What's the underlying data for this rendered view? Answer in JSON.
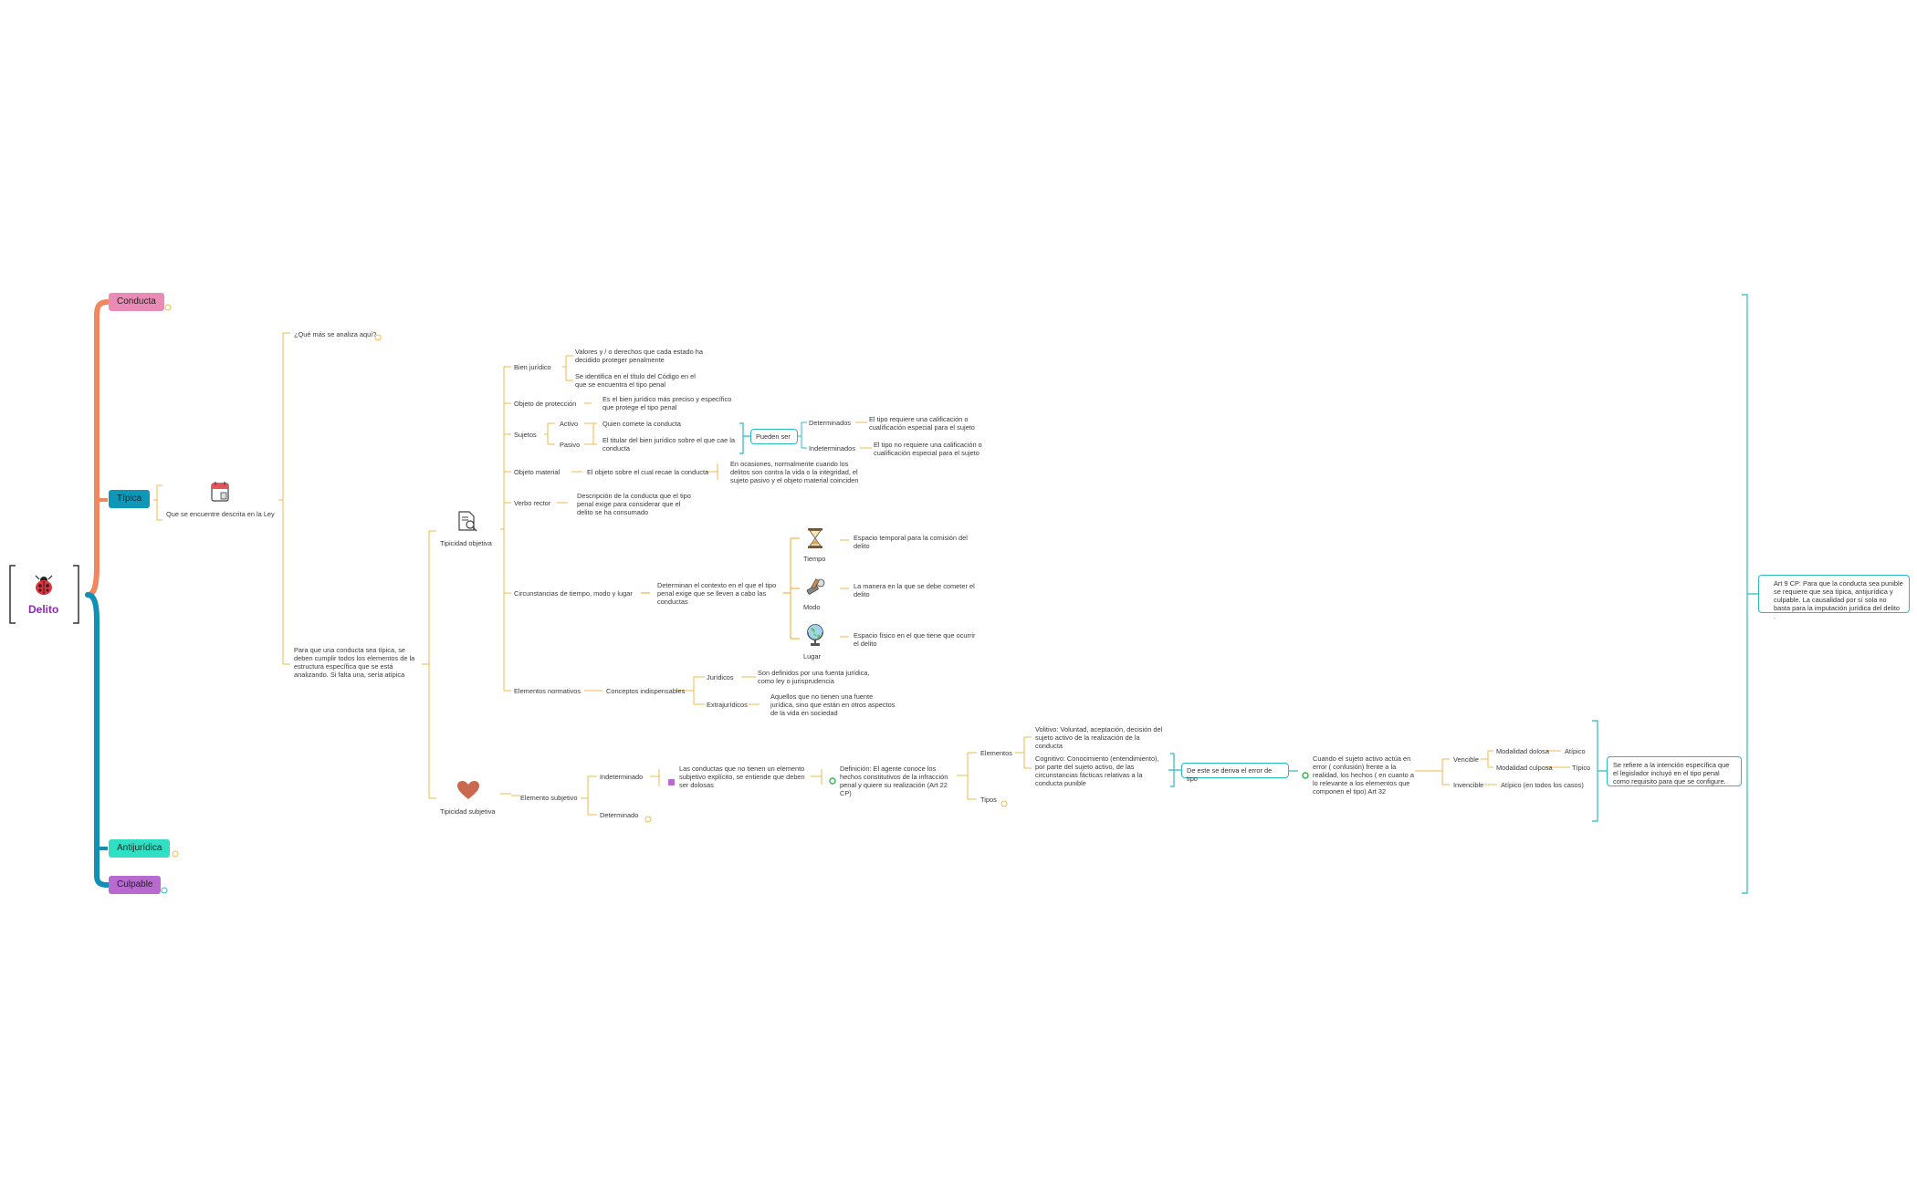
{
  "root": {
    "title": "Delito",
    "icon": "ladybug-icon"
  },
  "colors": {
    "conducta": "#e98bb5",
    "tipica": "#0f97b8",
    "antijuridica": "#2fe0c4",
    "culpable": "#b86ad1",
    "branch_orange": "#f0b84b",
    "branch_teal": "#2bb8c8",
    "main_orange": "#f2865e",
    "main_blue": "#128fb5"
  },
  "categories": {
    "conducta": "Conducta",
    "tipica": "Típica",
    "antijuridica": "Antijurídica",
    "culpable": "Culpable"
  },
  "tipica": {
    "desc": "Que se encuentre descrita en la Ley",
    "que_mas": "¿Qué más se analiza aquí?",
    "para_que": "Para que una conducta sea típica, se deben cumplir todos los elementos de la estructura específica que se está analizando. Si falta una, sería atípica"
  },
  "objetiva": {
    "title": "Tipicidad objetiva",
    "bien_juridico": {
      "label": "Bien jurídico",
      "items": [
        "Valores  y / o derechos que cada estado ha decidido proteger penalmente",
        "Se identifica en el título del Código en el que se encuentra el tipo penal"
      ]
    },
    "objeto_proteccion": {
      "label": "Objeto de protección",
      "text": "Es el bien jurídico más preciso y específico que protege el tipo penal"
    },
    "sujetos": {
      "label": "Sujetos",
      "activo": "Activo",
      "activo_text": "Quien comete la conducta",
      "pasivo": "Pasivo",
      "pasivo_text": "El titular del bien jurídico sobre el que cae la conducta",
      "pueden_ser": "Pueden ser",
      "determinados": "Determinados",
      "determinados_text": "El tipo requiere una calificación o cualificación especial para el sujeto",
      "indeterminados": "Indeterminados",
      "indeterminados_text": "El tipo no requiere una calificación o cualificación especial para el sujeto"
    },
    "objeto_material": {
      "label": "Objeto material",
      "text": "El objeto sobre el cual recae la conducta",
      "note": "En ocasiones, normalmente cuando los delitos son contra la vida o la integridad, el sujeto pasivo y el objeto material coinciden"
    },
    "verbo_rector": {
      "label": "Verbo rector",
      "text": "Descripción de la conducta que el tipo penal exige para considerar que el delito se ha consumado"
    },
    "circunstancias": {
      "label": "Circunstancias de tiempo, modo y lugar",
      "text": "Determinan el contexto en el que el tipo penal exige que se lleven a cabo las conductas",
      "tiempo": "Tiempo",
      "tiempo_text": "Espacio temporal para la comisión del delito",
      "modo": "Modo",
      "modo_text": "La manera en la que se debe cometer el delito",
      "lugar": "Lugar",
      "lugar_text": "Espacio físico en el que tiene que ocurrir el delito"
    },
    "normativos": {
      "label": "Elementos normativos",
      "conceptos": "Conceptos indispensables",
      "juridicos": "Jurídicos",
      "juridicos_text": "Son definidos por una fuenta jurídica, como ley o jurisprudencia",
      "extrajuridicos": "Extrajurídicos",
      "extrajuridicos_text": "Aquellos que no tienen una fuente jurídica, sino que están en otros aspectos de la vida en sociedad"
    }
  },
  "subjetiva": {
    "title": "Tipicidad subjetiva",
    "elemento": "Elemento subjetivo",
    "indeterminado": "Indeterminado",
    "indeterminado_text": "Las conductas que no tienen un elemento subjetivo explícito, se entiende que deben ser dolosas",
    "determinado": "Determinado",
    "definicion": "Definición: El agente conoce los hechos constitutivos de la infracción penal y quiere su realización (Art 22 CP)",
    "elementos": "Elementos",
    "volitivo": "Volitivo: Voluntad, aceptación, decisión del sujeto activo de la realización de la conducta",
    "cognitivo": "Cognitivo: Conocimiento (entendimiento), por parte del sujeto activo, de las circunstancias fácticas relativas a la conducta punible",
    "tipos": "Tipos",
    "error_tipo": "De este se deriva el error de tipo",
    "error_text": "Cuando el sujeto activo actúa en error ( confusión) frente a la realidad, los hechos ( en cuanto a lo relevante a los elementos que componen el tipo) Art 32",
    "vencible": "Vencible",
    "modalidad_dolosa": "Modalidad dolosa",
    "atipico": "Atípico",
    "modalidad_culposa": "Modalidad culposa",
    "tipico": "Típico",
    "invencible": "Invencible",
    "atipico_todos": "Atípico (en todos los casos)",
    "intencion": "Se refiere a la intención específica que el legislador incluyó en el tipo penal como requisito para que se configure."
  },
  "art9": "Art 9 CP: Para que la conducta sea punible se requiere que sea típica, antijurídica y culpable. La causalidad por sí sola no basta para la imputación jurídica del delito ."
}
